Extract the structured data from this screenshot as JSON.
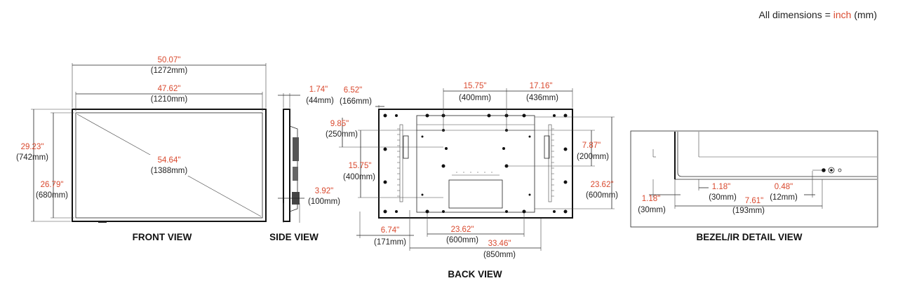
{
  "note": {
    "prefix": "All dimensions = ",
    "unit_primary": "inch",
    "unit_secondary": " (mm)"
  },
  "colors": {
    "imperial": "#d9492e",
    "metric": "#222222",
    "lines": "#222222"
  },
  "views": {
    "front": {
      "title": "FRONT VIEW",
      "overall_width": {
        "in": "50.07\"",
        "mm": "(1272mm)"
      },
      "active_width": {
        "in": "47.62\"",
        "mm": "(1210mm)"
      },
      "overall_height": {
        "in": "29.23\"",
        "mm": "(742mm)"
      },
      "active_height": {
        "in": "26.79\"",
        "mm": "(680mm)"
      },
      "diagonal": {
        "in": "54.64\"",
        "mm": "(1388mm)"
      }
    },
    "side": {
      "title": "SIDE VIEW",
      "depth": {
        "in": "1.74\"",
        "mm": "(44mm)"
      },
      "mount_depth": {
        "in": "3.92\"",
        "mm": "(100mm)"
      }
    },
    "back": {
      "title": "BACK VIEW",
      "left_offset_top": {
        "in": "6.52\"",
        "mm": "(166mm)"
      },
      "vesa_top": {
        "in": "15.75\"",
        "mm": "(400mm)"
      },
      "right_offset_top": {
        "in": "17.16\"",
        "mm": "(436mm)"
      },
      "left_upper": {
        "in": "9.85\"",
        "mm": "(250mm)"
      },
      "left_vesa": {
        "in": "15.75\"",
        "mm": "(400mm)"
      },
      "right_upper": {
        "in": "7.87\"",
        "mm": "(200mm)"
      },
      "right_vesa": {
        "in": "23.62\"",
        "mm": "(600mm)"
      },
      "bottom_left": {
        "in": "6.74\"",
        "mm": "(171mm)"
      },
      "bottom_vesa": {
        "in": "23.62\"",
        "mm": "(600mm)"
      },
      "bottom_wide": {
        "in": "33.46\"",
        "mm": "(850mm)"
      }
    },
    "bezel": {
      "title": "BEZEL/IR DETAIL VIEW",
      "bezel_width": {
        "in": "1.18\"",
        "mm": "(30mm)"
      },
      "ir_offset": {
        "in": "1.18\"",
        "mm": "(30mm)"
      },
      "ir_spacing": {
        "in": "0.48\"",
        "mm": "(12mm)"
      },
      "ir_distance": {
        "in": "7.61\"",
        "mm": "(193mm)"
      }
    }
  }
}
